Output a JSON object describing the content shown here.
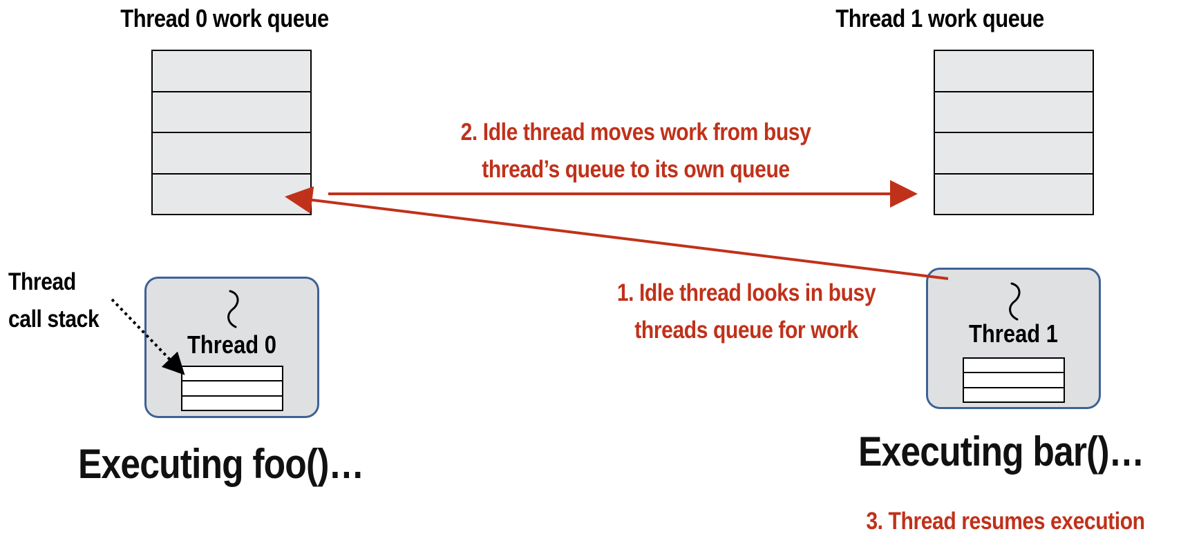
{
  "queues": [
    {
      "title": "Thread 0 work queue",
      "slots": 4
    },
    {
      "title": "Thread 1 work queue",
      "slots": 4
    }
  ],
  "threads": [
    {
      "label": "Thread 0",
      "status": "Executing foo()…"
    },
    {
      "label": "Thread 1",
      "status": "Executing bar()…"
    }
  ],
  "annotations": {
    "call_stack_label": "Thread call stack",
    "step1": "1. Idle thread looks in busy threads queue for work",
    "step2": "2. Idle thread moves work from busy thread’s queue to its own queue",
    "step3": "3. Thread resumes execution"
  },
  "colors": {
    "annotation_red": "#c0311a",
    "thread_border": "#3d6195",
    "thread_fill": "#dfe0e2",
    "queue_fill": "#e7e8ea"
  },
  "icons": [
    "thread-squiggle-icon",
    "thread-squiggle-icon"
  ]
}
